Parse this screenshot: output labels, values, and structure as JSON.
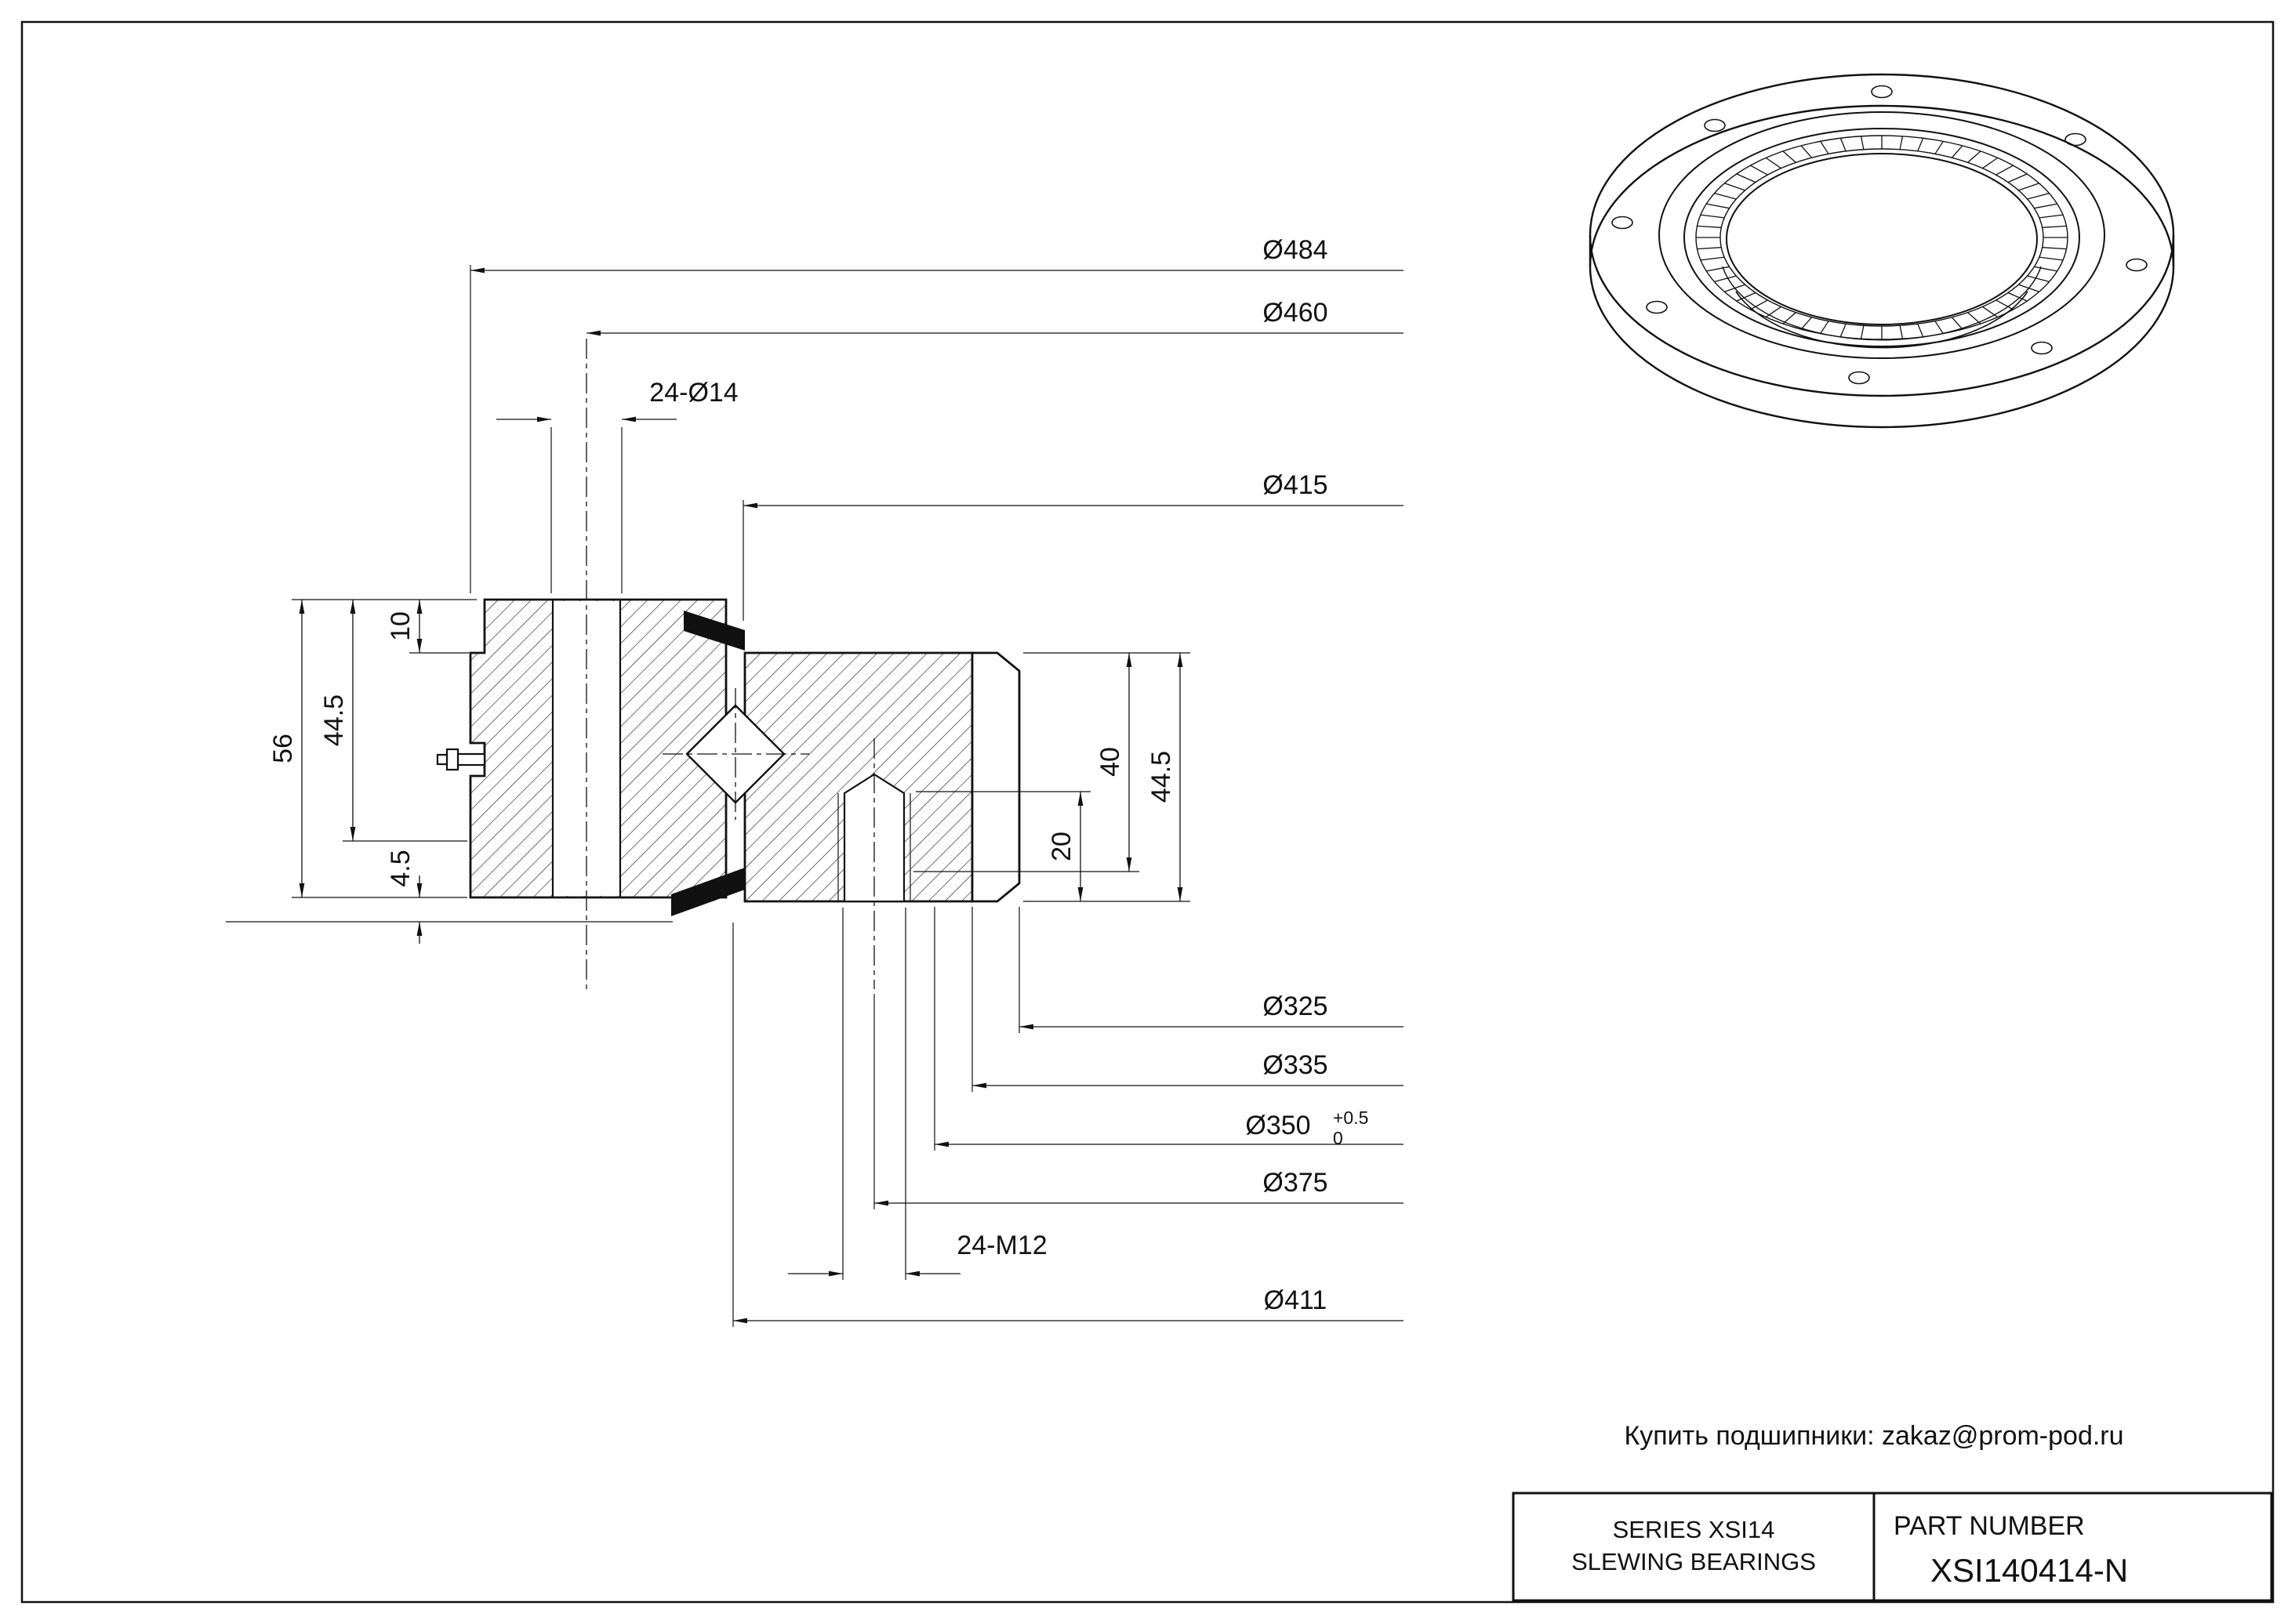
{
  "page": {
    "contact": "Купить подшипники: zakaz@prom-pod.ru"
  },
  "title_block": {
    "series_line1": "SERIES  XSI14",
    "series_line2": "SLEWING BEARINGS",
    "part_label": "PART  NUMBER",
    "part_number": "XSI140414-N"
  },
  "dims": {
    "d484": "Ø484",
    "d460": "Ø460",
    "holes14": "24-Ø14",
    "d415": "Ø415",
    "d325": "Ø325",
    "d335": "Ø335",
    "d350": "Ø350",
    "d350_tu": "+0.5",
    "d350_tl": "0",
    "d375": "Ø375",
    "holes_m12": "24-M12",
    "d411": "Ø411",
    "h56": "56",
    "h445_left": "44.5",
    "h10": "10",
    "h45": "4.5",
    "h40": "40",
    "h445_right": "44.5",
    "h20": "20"
  },
  "colors": {
    "line": "#111111",
    "background": "#ffffff"
  }
}
